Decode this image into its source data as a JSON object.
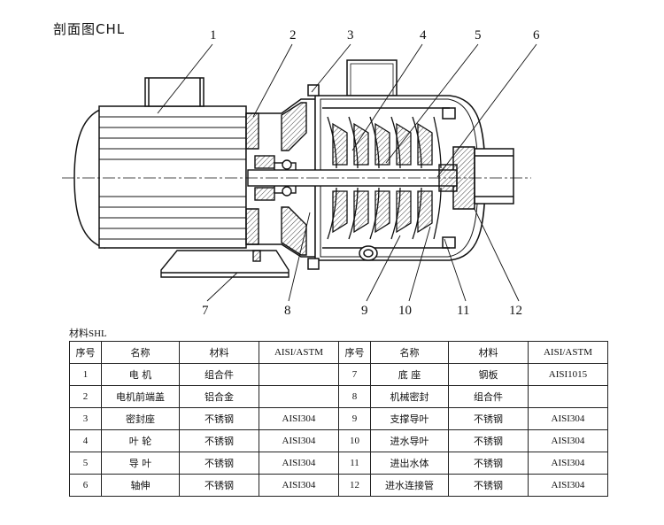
{
  "title": "剖面图CHL",
  "callouts": [
    "1",
    "2",
    "3",
    "4",
    "5",
    "6",
    "7",
    "8",
    "9",
    "10",
    "11",
    "12"
  ],
  "materials_caption": "材料SHL",
  "table": {
    "headers": [
      "序号",
      "名称",
      "材料",
      "AISI/ASTM",
      "序号",
      "名称",
      "材料",
      "AISI/ASTM"
    ],
    "rows": [
      [
        "1",
        "电 机",
        "组合件",
        "",
        "7",
        "底 座",
        "钢板",
        "AISI1015"
      ],
      [
        "2",
        "电机前端盖",
        "铝合金",
        "",
        "8",
        "机械密封",
        "组合件",
        ""
      ],
      [
        "3",
        "密封座",
        "不锈钢",
        "AISI304",
        "9",
        "支撑导叶",
        "不锈钢",
        "AISI304"
      ],
      [
        "4",
        "叶 轮",
        "不锈钢",
        "AISI304",
        "10",
        "进水导叶",
        "不锈钢",
        "AISI304"
      ],
      [
        "5",
        "导 叶",
        "不锈钢",
        "AISI304",
        "11",
        "进出水体",
        "不锈钢",
        "AISI304"
      ],
      [
        "6",
        "轴伸",
        "不锈钢",
        "AISI304",
        "12",
        "进水连接管",
        "不锈钢",
        "AISI304"
      ]
    ]
  }
}
